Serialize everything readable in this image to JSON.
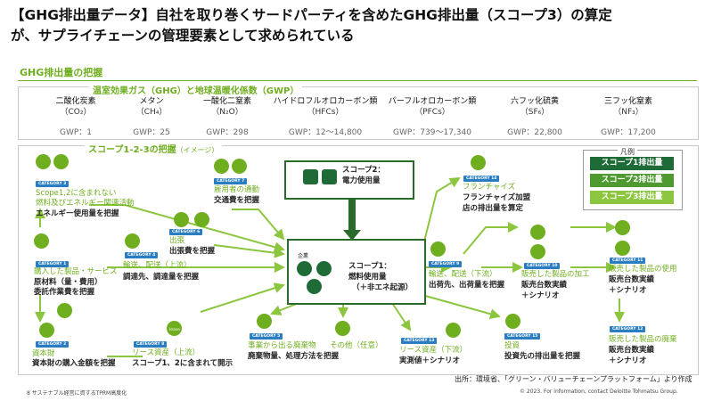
{
  "title_line1": "【GHG排出量データ】自社を取り巻くサードパーティを含めたGHG排出量（スコープ3）の算定",
  "title_line2": "が、サプライチェーンの管理要素として求められている",
  "section_title": "GHG排出量の把握",
  "ghg_heading": "温室効果ガス（GHG）と地球温暖化係数（GWP）",
  "gases": [
    {
      "name": "二酸化炭素",
      "formula": "（CO₂）",
      "gwp": "GWP：1"
    },
    {
      "name": "メタン",
      "formula": "（CH₄）",
      "gwp": "GWP：25"
    },
    {
      "name": "一酸化二窒素",
      "formula": "（N₂O）",
      "gwp": "GWP：298"
    },
    {
      "name": "ハイドロフルオロカーボン類",
      "formula": "（HFCs）",
      "gwp": "GWP：12～14,800"
    },
    {
      "name": "パーフルオロカーボン類",
      "formula": "（PFCs）",
      "gwp": "GWP：739～17,340"
    },
    {
      "name": "六フッ化硫黄",
      "formula": "（SF₆）",
      "gwp": "GWP：22,800"
    },
    {
      "name": "三フッ化窒素",
      "formula": "（NF₃）",
      "gwp": "GWP：17,200"
    }
  ],
  "scope_heading": "スコープ1-2-3の把握",
  "scope_sub": "（イメージ）",
  "legend": {
    "title": "凡例",
    "scope1": "スコープ1排出量",
    "scope2": "スコープ2排出量",
    "scope3": "スコープ3排出量"
  },
  "colors": {
    "scope1": "#1e6b38",
    "scope2": "#4f9a30",
    "scope3": "#8cc63f",
    "category": "#2a7dc0",
    "accent": "#6fae1f"
  },
  "scope2": {
    "label": "スコープ2：",
    "desc": "電力使用量"
  },
  "scope1": {
    "company": "企業",
    "label": "スコープ1：",
    "desc1": "燃料使用量",
    "desc2": "（＋非エネ起源）"
  },
  "cat3": {
    "badge": "CATEGORY 3",
    "l1": "Scope1,2に含まれない",
    "l2": "燃料及びエネルギー関連活動",
    "l3": "エネルギー使用量を把握"
  },
  "cat1": {
    "badge": "CATEGORY 1",
    "l1": "購入した製品・サービス",
    "l2": "原材料（量・費用）",
    "l3": "委託作業費を把握"
  },
  "cat2": {
    "badge": "CATEGORY 2",
    "l1": "資本財",
    "l2": "資本財の購入金額を把握"
  },
  "cat7": {
    "badge": "CATEGORY 7",
    "l1": "雇用者の通勤",
    "l2": "交通費を把握"
  },
  "cat6": {
    "badge": "CATEGORY 6",
    "l1": "出張",
    "l2": "出張費を把握"
  },
  "cat4": {
    "badge": "CATEGORY 4",
    "l1": "輸送、配送（上流）",
    "l2": "調達先、調達量を把握"
  },
  "cat8": {
    "badge": "CATEGORY 8",
    "l1": "リース資産（上流）",
    "l2": "スコープ1、2に含まれて開示"
  },
  "cat5": {
    "badge": "CATEGORY 5",
    "l1": "事業から出る廃棄物",
    "l2": "廃棄物量、処理方法を把握"
  },
  "other": {
    "l1": "その他（任意）"
  },
  "cat14": {
    "badge": "CATEGORY 14",
    "l1": "フランチャイズ",
    "l2": "フランチャイズ加盟",
    "l3": "店の排出量を算定"
  },
  "cat9": {
    "badge": "CATEGORY 9",
    "l1": "輸送、配送（下流）",
    "l2": "出荷先、出荷量を把握"
  },
  "cat10": {
    "badge": "CATEGORY 10",
    "l1": "販売した製品の加工",
    "l2": "販売台数実績",
    "l3": "＋シナリオ"
  },
  "cat11": {
    "badge": "CATEGORY 11",
    "l1": "販売した製品の使用",
    "l2": "販売台数実績",
    "l3": "＋シナリオ"
  },
  "cat12": {
    "badge": "CATEGORY 12",
    "l1": "販売した製品の廃棄",
    "l2": "販売台数実績",
    "l3": "＋シナリオ"
  },
  "cat13": {
    "badge": "CATEGORY 13",
    "l1": "リース資産（下流）",
    "l2": "実測値＋シナリオ"
  },
  "cat15": {
    "badge": "CATEGORY 15",
    "l1": "投資",
    "l2": "投資先の排出量を把握"
  },
  "lease_label": "lease",
  "source": "出所：環境省、「グリーン・バリューチェーンプラットフォーム」より作成",
  "footer_left": "8  サステナブル経営に資するTPRM高度化",
  "footer_right": "© 2023. For information, contact Deloitte Tohmatsu Group."
}
